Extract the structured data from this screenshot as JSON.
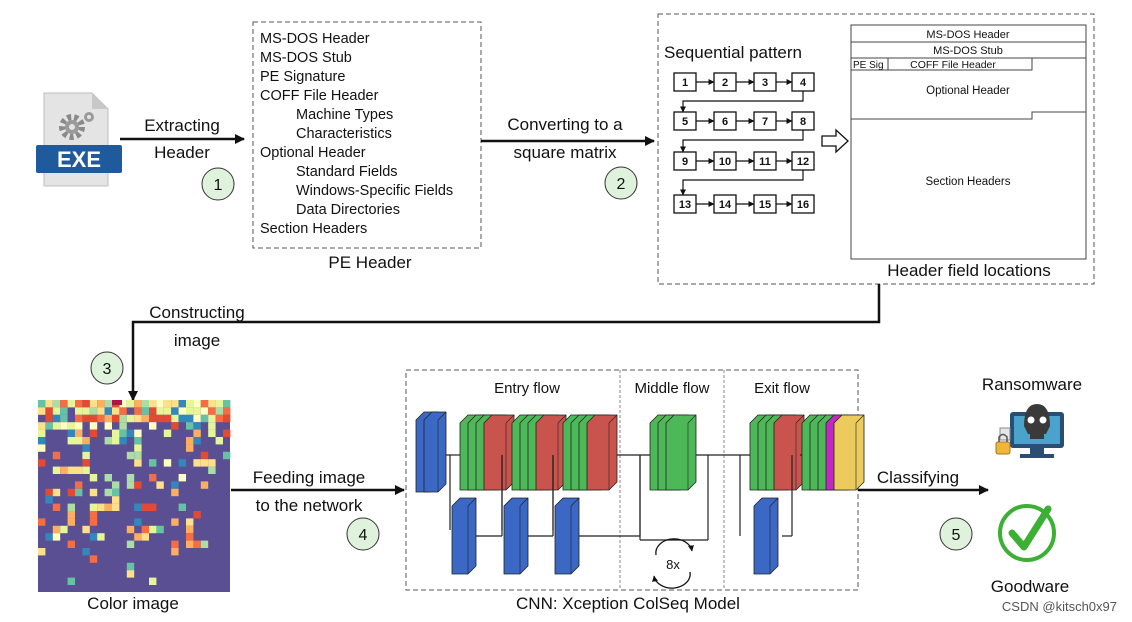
{
  "steps": {
    "extract": {
      "line1": "Extracting",
      "line2": "Header",
      "num": "1"
    },
    "convert": {
      "line1": "Converting to a",
      "line2": "square matrix",
      "num": "2"
    },
    "construct": {
      "line1": "Constructing",
      "line2": "image",
      "num": "3"
    },
    "feed": {
      "line1": "Feeding image",
      "line2": "to the network",
      "num": "4"
    },
    "classify": {
      "label": "Classifying",
      "num": "5"
    }
  },
  "exe_icon": {
    "label": "EXE"
  },
  "pe_header": {
    "caption": "PE Header",
    "items": [
      "MS-DOS Header",
      "MS-DOS Stub",
      "PE Signature",
      "COFF File Header",
      "Machine Types",
      "Characteristics",
      "Optional Header",
      "Standard Fields",
      "Windows-Specific Fields",
      "Data Directories",
      "Section Headers"
    ]
  },
  "matrix": {
    "title": "Sequential pattern",
    "cells": [
      "1",
      "2",
      "3",
      "4",
      "5",
      "6",
      "7",
      "8",
      "9",
      "10",
      "11",
      "12",
      "13",
      "14",
      "15",
      "16"
    ]
  },
  "field_locations": {
    "caption": "Header field locations",
    "dos_header": "MS-DOS Header",
    "dos_stub": "MS-DOS Stub",
    "pe_sig": "PE Sig",
    "coff": "COFF File Header",
    "optional": "Optional Header",
    "sections": "Section Headers"
  },
  "color_image": {
    "caption": "Color image"
  },
  "cnn": {
    "caption": "CNN: Xception ColSeq Model",
    "entry": "Entry flow",
    "middle": "Middle flow",
    "exit": "Exit flow",
    "repeat": "8x"
  },
  "outputs": {
    "ransomware": "Ransomware",
    "goodware": "Goodware"
  },
  "watermark": "CSDN @kitsch0x97",
  "colors": {
    "blue": "#3a68c4",
    "green": "#4cb857",
    "red": "#c9544e",
    "magenta": "#c02ac0",
    "yellow": "#ecca5c",
    "purple_bg": "#5b4f94",
    "step_circle": "#dff3dc",
    "check_green": "#3cb034"
  }
}
